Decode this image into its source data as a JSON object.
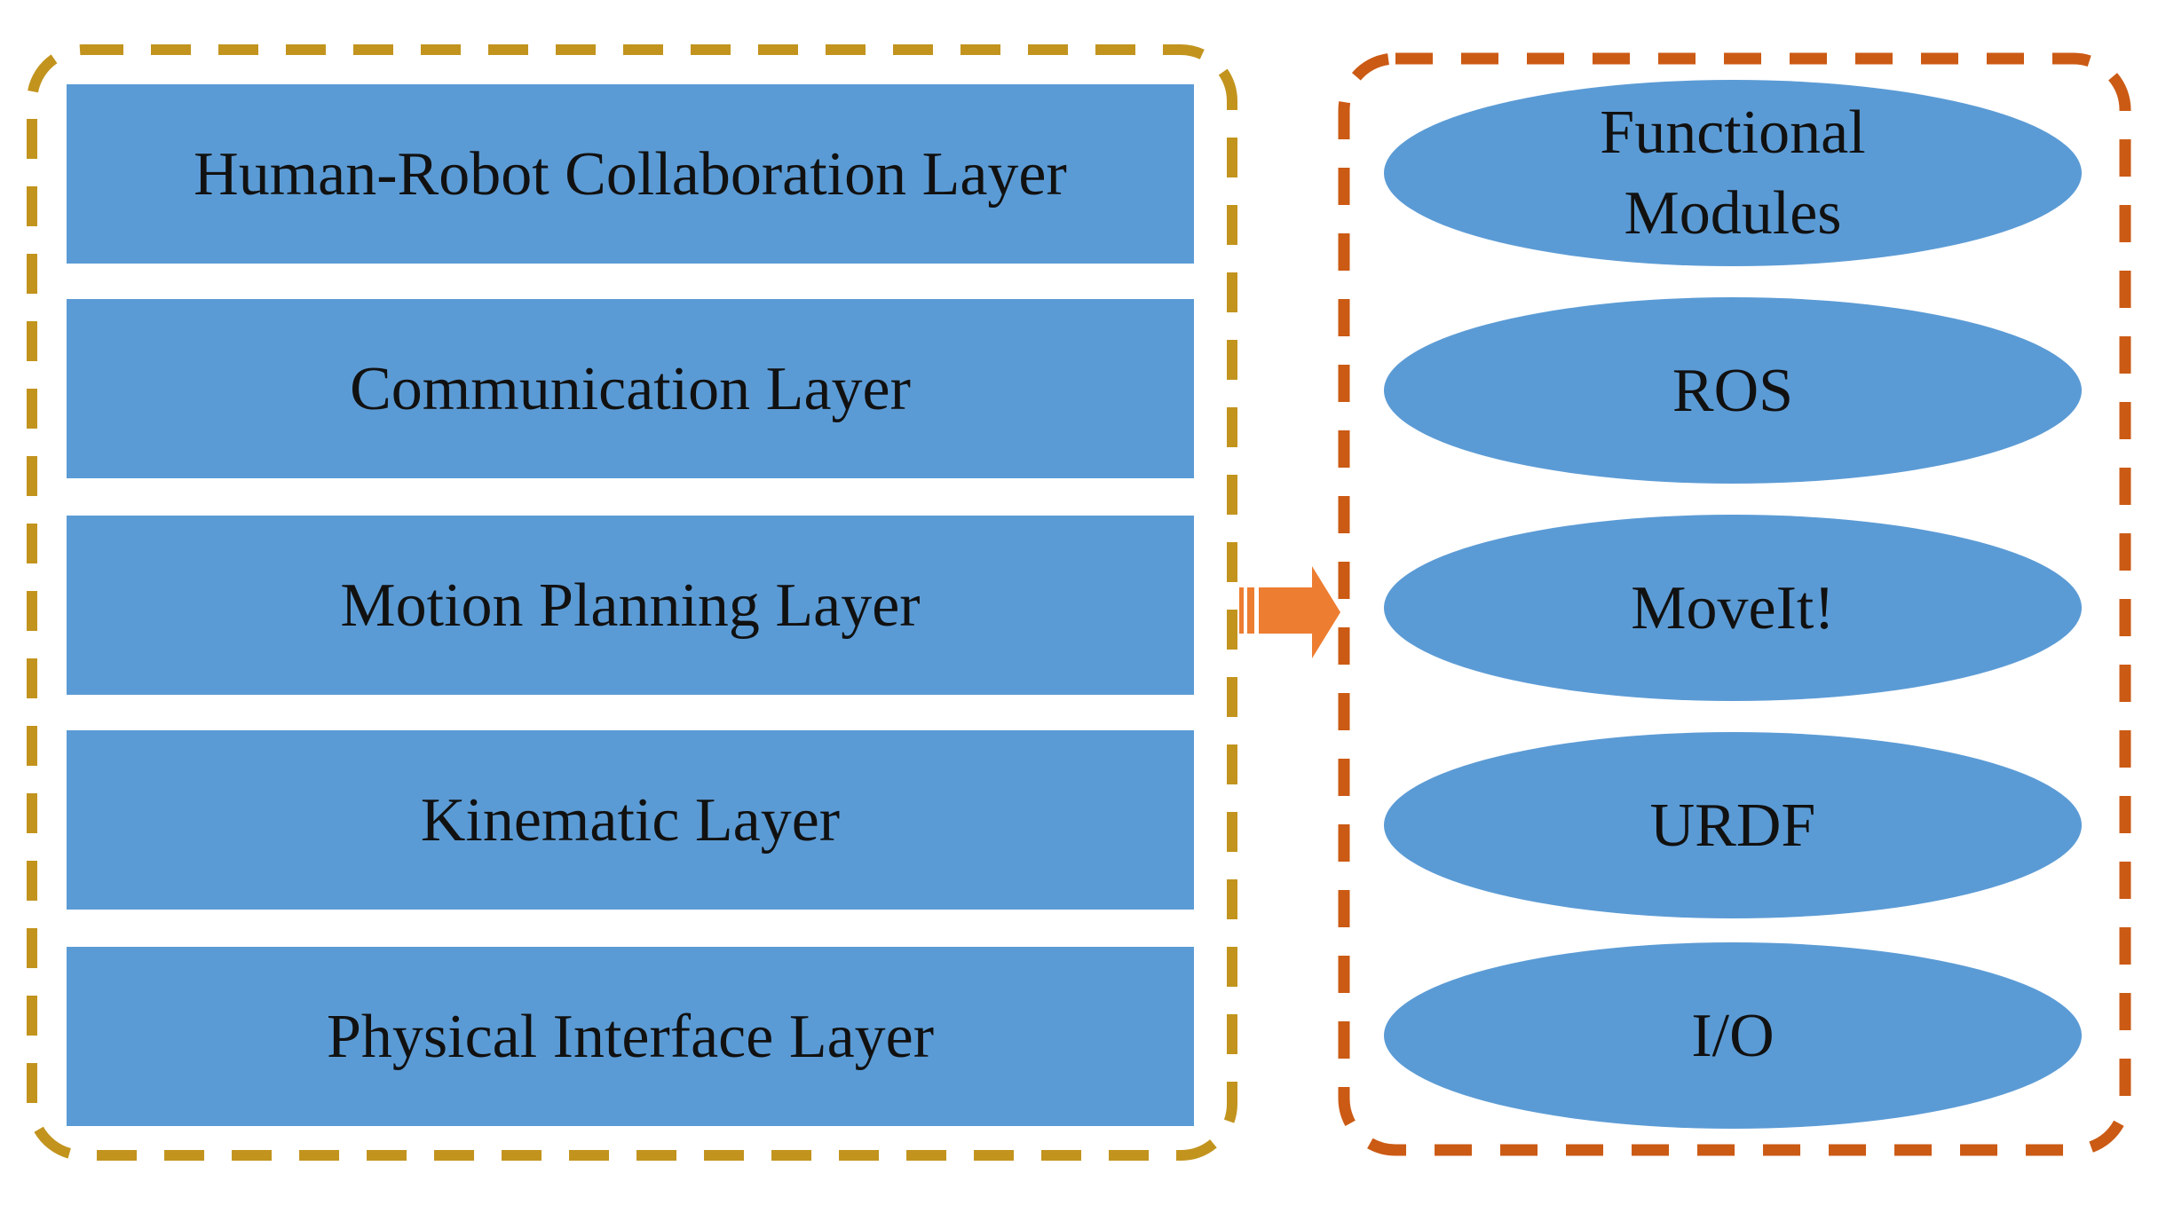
{
  "figure": {
    "type": "layered-architecture-diagram",
    "node_fill_color": "#5B9BD5",
    "text_color": "#111111",
    "left_panel": {
      "border_color": "#C2941E",
      "border_style": "dashed-rounded",
      "layers": [
        {
          "label": "Human-Robot Collaboration Layer"
        },
        {
          "label": "Communication Layer"
        },
        {
          "label": "Motion Planning Layer"
        },
        {
          "label": "Kinematic Layer"
        },
        {
          "label": "Physical Interface Layer"
        }
      ]
    },
    "arrow": {
      "icon": "striped-right-arrow",
      "color": "#ED7D31",
      "direction": "left-to-right"
    },
    "right_panel": {
      "border_color": "#CB5A14",
      "border_style": "dashed-rounded",
      "modules": [
        {
          "label": "Functional Modules"
        },
        {
          "label": "ROS"
        },
        {
          "label": "MoveIt!"
        },
        {
          "label": "URDF"
        },
        {
          "label": "I/O"
        }
      ]
    }
  }
}
